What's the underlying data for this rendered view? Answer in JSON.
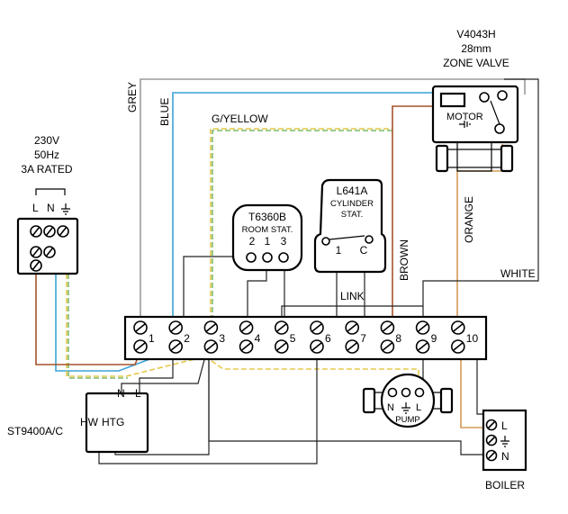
{
  "supply": {
    "voltage": "230V",
    "frequency": "50Hz",
    "rating": "3A RATED",
    "l": "L",
    "n": "N"
  },
  "zone_valve": {
    "model": "V4043H",
    "size": "28mm",
    "type": "ZONE VALVE",
    "motor": "MOTOR"
  },
  "room_stat": {
    "model": "T6360B",
    "type": "ROOM STAT.",
    "t2": "2",
    "t1": "1",
    "t3": "3"
  },
  "cylinder_stat": {
    "model": "L641A",
    "type1": "CYLINDER",
    "type2": "STAT.",
    "t1": "1",
    "tc": "C"
  },
  "wires": {
    "grey": "GREY",
    "blue": "BLUE",
    "gyellow": "G/YELLOW",
    "brown": "BROWN",
    "orange": "ORANGE",
    "white": "WHITE",
    "link": "LINK"
  },
  "terminal_strip": {
    "numbers": [
      "1",
      "2",
      "3",
      "4",
      "5",
      "6",
      "7",
      "8",
      "9",
      "10"
    ]
  },
  "programmer": {
    "model": "ST9400A/C",
    "n": "N",
    "l": "L",
    "hw": "HW",
    "htg": "HTG"
  },
  "pump": {
    "n": "N",
    "l": "L",
    "label": "PUMP"
  },
  "boiler": {
    "l": "L",
    "n": "N",
    "label": "BOILER"
  },
  "colors": {
    "grey": "#9a9a9a",
    "blue": "#3aa3d6",
    "yellow": "#e6c84a",
    "green": "#7db96b",
    "brown": "#a5532b",
    "orange": "#d49a55"
  }
}
